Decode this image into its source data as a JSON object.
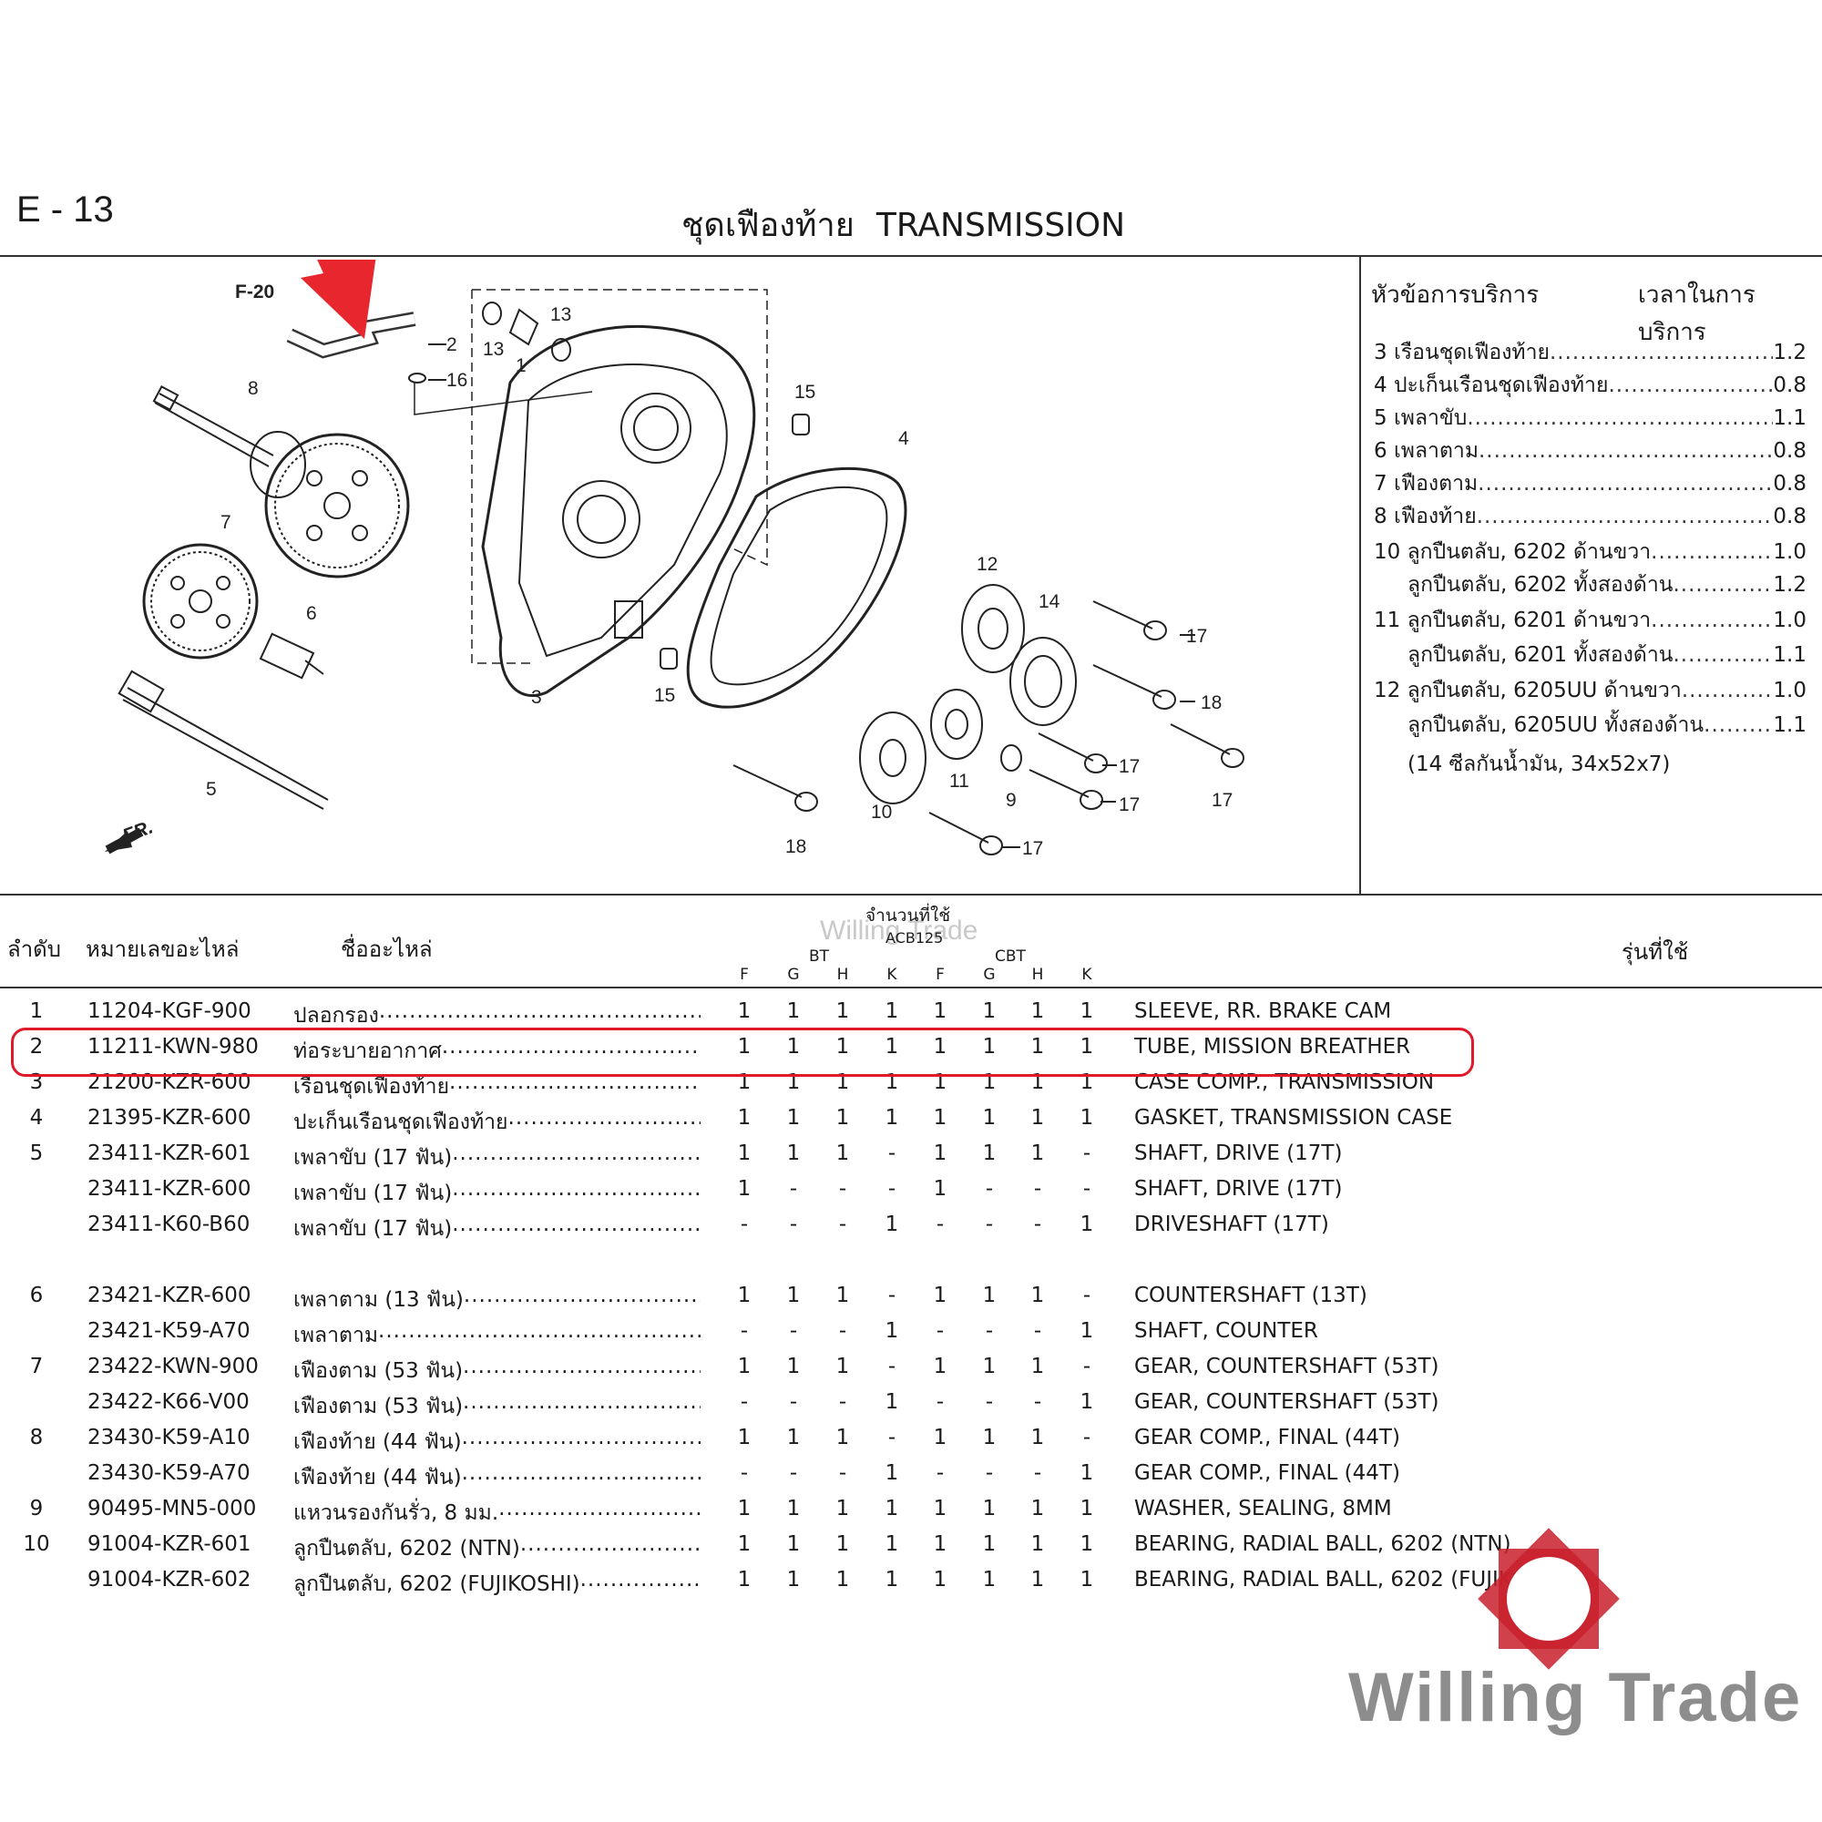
{
  "header": {
    "page_code": "E - 13",
    "title_th": "ชุดเฟืองท้าย",
    "title_en": "TRANSMISSION"
  },
  "diagram": {
    "ref_label": "F-20",
    "front_label": "FR.",
    "callouts": [
      "1",
      "2",
      "3",
      "4",
      "5",
      "6",
      "7",
      "8",
      "9",
      "10",
      "11",
      "12",
      "13",
      "13",
      "14",
      "15",
      "15",
      "16",
      "17",
      "17",
      "17",
      "17",
      "17",
      "18",
      "18"
    ],
    "arrow_color": "#e8262d"
  },
  "service": {
    "head_topic": "หัวข้อการบริการ",
    "head_time": "เวลาในการบริการ",
    "rows": [
      {
        "label": "3 เรือนชุดเฟืองท้าย",
        "value": "1.2"
      },
      {
        "label": "4 ปะเก็นเรือนชุดเฟืองท้าย",
        "value": "0.8"
      },
      {
        "label": "5 เพลาขับ ",
        "value": "1.1"
      },
      {
        "label": "6 เพลาตาม ",
        "value": "0.8"
      },
      {
        "label": "7 เฟืองตาม ",
        "value": "0.8"
      },
      {
        "label": "8 เฟืองท้าย",
        "value": "0.8"
      },
      {
        "label": "10 ลูกปืนตลับ, 6202 ด้านขวา",
        "value": "1.0"
      },
      {
        "label": "ลูกปืนตลับ, 6202 ทั้งสองด้าน",
        "value": "1.2"
      },
      {
        "label": "11 ลูกปืนตลับ, 6201 ด้านขวา",
        "value": "1.0"
      },
      {
        "label": "ลูกปืนตลับ, 6201 ทั้งสองด้าน",
        "value": "1.1"
      },
      {
        "label": "12 ลูกปืนตลับ, 6205UU ด้านขวา",
        "value": "1.0"
      },
      {
        "label": "ลูกปืนตลับ, 6205UU ทั้งสองด้าน ",
        "value": "1.1"
      }
    ],
    "note": "(14 ซีลกันน้ำมัน, 34x52x7)"
  },
  "table": {
    "head_no": "ลำดับ",
    "head_part": "หมายเลขอะไหล่",
    "head_name": "ชื่ออะไหล่",
    "head_qty": "จำนวนที่ใช้",
    "head_model": "ACB125",
    "group_bt": "BT",
    "group_cbt": "CBT",
    "head_usage": "รุ่นที่ใช้",
    "qty_cols": [
      "F",
      "G",
      "H",
      "K",
      "F",
      "G",
      "H",
      "K"
    ],
    "rows": [
      {
        "no": "1",
        "part": "11204-KGF-900",
        "th": "ปลอกรอง ",
        "q": [
          "1",
          "1",
          "1",
          "1",
          "1",
          "1",
          "1",
          "1"
        ],
        "en": "SLEEVE, RR. BRAKE CAM"
      },
      {
        "no": "2",
        "part": "11211-KWN-980",
        "th": "ท่อระบายอากาศ ",
        "q": [
          "1",
          "1",
          "1",
          "1",
          "1",
          "1",
          "1",
          "1"
        ],
        "en": "TUBE, MISSION BREATHER"
      },
      {
        "no": "3",
        "part": "21200-KZR-600",
        "th": "เรือนชุดเฟืองท้าย",
        "q": [
          "1",
          "1",
          "1",
          "1",
          "1",
          "1",
          "1",
          "1"
        ],
        "en": "CASE COMP., TRANSMISSION"
      },
      {
        "no": "4",
        "part": "21395-KZR-600",
        "th": "ปะเก็นเรือนชุดเฟืองท้าย",
        "q": [
          "1",
          "1",
          "1",
          "1",
          "1",
          "1",
          "1",
          "1"
        ],
        "en": "GASKET, TRANSMISSION CASE"
      },
      {
        "no": "5",
        "part": "23411-KZR-601",
        "th": "เพลาขับ (17 ฟัน)",
        "q": [
          "1",
          "1",
          "1",
          "-",
          "1",
          "1",
          "1",
          "-"
        ],
        "en": "SHAFT, DRIVE (17T)"
      },
      {
        "no": "",
        "part": "23411-KZR-600",
        "th": "เพลาขับ (17 ฟัน)",
        "q": [
          "1",
          "-",
          "-",
          "-",
          "1",
          "-",
          "-",
          "-"
        ],
        "en": "SHAFT, DRIVE (17T)"
      },
      {
        "no": "",
        "part": "23411-K60-B60",
        "th": "เพลาขับ (17 ฟัน)",
        "q": [
          "-",
          "-",
          "-",
          "1",
          "-",
          "-",
          "-",
          "1"
        ],
        "en": "DRIVESHAFT (17T)"
      },
      {
        "no": "6",
        "part": "23421-KZR-600",
        "th": "เพลาตาม (13 ฟัน)",
        "q": [
          "1",
          "1",
          "1",
          "-",
          "1",
          "1",
          "1",
          "-"
        ],
        "en": "COUNTERSHAFT (13T)"
      },
      {
        "no": "",
        "part": "23421-K59-A70",
        "th": "เพลาตาม ",
        "q": [
          "-",
          "-",
          "-",
          "1",
          "-",
          "-",
          "-",
          "1"
        ],
        "en": "SHAFT, COUNTER"
      },
      {
        "no": "7",
        "part": "23422-KWN-900",
        "th": "เฟืองตาม (53 ฟัน)",
        "q": [
          "1",
          "1",
          "1",
          "-",
          "1",
          "1",
          "1",
          "-"
        ],
        "en": "GEAR, COUNTERSHAFT (53T)"
      },
      {
        "no": "",
        "part": "23422-K66-V00",
        "th": "เฟืองตาม (53 ฟัน)",
        "q": [
          "-",
          "-",
          "-",
          "1",
          "-",
          "-",
          "-",
          "1"
        ],
        "en": "GEAR, COUNTERSHAFT (53T)"
      },
      {
        "no": "8",
        "part": "23430-K59-A10",
        "th": "เฟืองท้าย (44 ฟัน)",
        "q": [
          "1",
          "1",
          "1",
          "-",
          "1",
          "1",
          "1",
          "-"
        ],
        "en": "GEAR COMP., FINAL (44T)"
      },
      {
        "no": "",
        "part": "23430-K59-A70",
        "th": "เฟืองท้าย (44 ฟัน)",
        "q": [
          "-",
          "-",
          "-",
          "1",
          "-",
          "-",
          "-",
          "1"
        ],
        "en": "GEAR COMP., FINAL (44T)"
      },
      {
        "no": "9",
        "part": "90495-MN5-000",
        "th": "แหวนรองกันรั่ว, 8 มม. ",
        "q": [
          "1",
          "1",
          "1",
          "1",
          "1",
          "1",
          "1",
          "1"
        ],
        "en": "WASHER, SEALING, 8MM"
      },
      {
        "no": "10",
        "part": "91004-KZR-601",
        "th": "ลูกปืนตลับ, 6202 (NTN)",
        "q": [
          "1",
          "1",
          "1",
          "1",
          "1",
          "1",
          "1",
          "1"
        ],
        "en": "BEARING, RADIAL BALL, 6202 (NTN)"
      },
      {
        "no": "",
        "part": "91004-KZR-602",
        "th": "ลูกปืนตลับ, 6202 (FUJIKOSHI) ",
        "q": [
          "1",
          "1",
          "1",
          "1",
          "1",
          "1",
          "1",
          "1"
        ],
        "en": "BEARING, RADIAL BALL, 6202 (FUJIKOSHI)"
      }
    ]
  },
  "highlight_color": "#e0192b",
  "watermark": {
    "brand": "Willing Trade",
    "logo_color": "#c8202b"
  }
}
